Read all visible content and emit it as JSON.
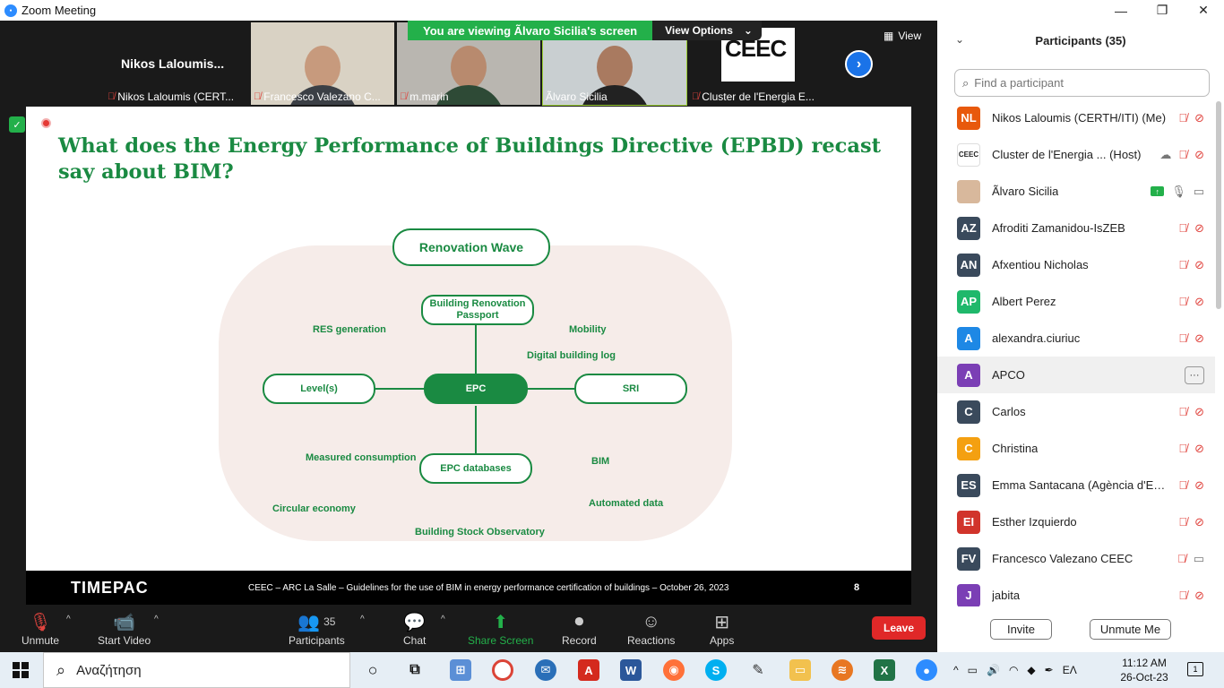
{
  "window": {
    "title": "Zoom Meeting",
    "app_logo": "zoom"
  },
  "banner": {
    "message": "You are viewing Ãlvaro Sicilia's screen",
    "options_label": "View Options"
  },
  "strip": {
    "tiles": [
      {
        "big_name": "Nikos  Laloumis...",
        "label": "Nikos Laloumis (CERT..."
      },
      {
        "label": "Francesco Valezano C..."
      },
      {
        "label": "m.marin"
      },
      {
        "label": "Ãlvaro Sicilia"
      },
      {
        "label": "Cluster de l'Energia E...",
        "logo_text": "CEEC"
      }
    ],
    "view_label": "View"
  },
  "slide": {
    "title": "What does the Energy Performance of Buildings Directive (EPBD) recast say about BIM?",
    "diagram": {
      "top_pill": "Renovation Wave",
      "brp_pill": "Building Renovation Passport",
      "epc_pill": "EPC",
      "levels_pill": "Level(s)",
      "sri_pill": "SRI",
      "db_pill": "EPC databases",
      "labels": {
        "res": "RES generation",
        "mobility": "Mobility",
        "logbook": "Digital building log",
        "measured": "Measured consumption",
        "bim": "BIM",
        "circular": "Circular economy",
        "automated": "Automated data",
        "observatory": "Building Stock Observatory"
      }
    },
    "footer": {
      "logo": "TIMEPAC",
      "text": "CEEC – ARC La Salle – Guidelines for the use of BIM in energy performance certification of buildings – October 26, 2023",
      "page": "8"
    }
  },
  "toolbar": {
    "unmute": "Unmute",
    "start_video": "Start Video",
    "participants": "Participants",
    "participants_count": "35",
    "chat": "Chat",
    "share_screen": "Share Screen",
    "record": "Record",
    "reactions": "Reactions",
    "apps": "Apps",
    "leave": "Leave"
  },
  "panel": {
    "title": "Participants (35)",
    "search_placeholder": "Find a participant",
    "participants": [
      {
        "initials": "NL",
        "name": "Nikos Laloumis (CERTH/ITI) (Me)",
        "color": "#e8590c",
        "mic": "muted",
        "video": "off"
      },
      {
        "initials": "CEEC",
        "name": "Cluster de l'Energia ... (Host)",
        "color": "#ffffff",
        "mic": "muted",
        "video": "off",
        "cloud": true
      },
      {
        "initials": "",
        "name": "Ãlvaro Sicilia",
        "color": "#d8b89c",
        "mic": "on",
        "video": "on",
        "sharing": true
      },
      {
        "initials": "AZ",
        "name": "Afroditi Zamanidou-IsZEB",
        "color": "#3a4a5c",
        "mic": "muted",
        "video": "off"
      },
      {
        "initials": "AN",
        "name": "Afxentiou Nicholas",
        "color": "#3a4a5c",
        "mic": "muted",
        "video": "off"
      },
      {
        "initials": "AP",
        "name": "Albert Perez",
        "color": "#1fb86b",
        "mic": "muted",
        "video": "off"
      },
      {
        "initials": "A",
        "name": "alexandra.ciuriuc",
        "color": "#1e88e5",
        "mic": "muted",
        "video": "off"
      },
      {
        "initials": "A",
        "name": "APCO",
        "color": "#7b3fb5",
        "more": true
      },
      {
        "initials": "C",
        "name": "Carlos",
        "color": "#3a4a5c",
        "mic": "muted",
        "video": "off"
      },
      {
        "initials": "C",
        "name": "Christina",
        "color": "#f4a011",
        "mic": "muted",
        "video": "off"
      },
      {
        "initials": "ES",
        "name": "Emma Santacana (Agència d'En...",
        "color": "#3a4a5c",
        "mic": "muted",
        "video": "off"
      },
      {
        "initials": "EI",
        "name": "Esther Izquierdo",
        "color": "#d1342b",
        "mic": "muted",
        "video": "off"
      },
      {
        "initials": "FV",
        "name": "Francesco Valezano CEEC",
        "color": "#3a4a5c",
        "mic": "muted",
        "video": "on"
      },
      {
        "initials": "J",
        "name": "jabita",
        "color": "#7b3fb5",
        "mic": "muted",
        "video": "off"
      }
    ],
    "more_label": "···",
    "invite": "Invite",
    "unmute_me": "Unmute Me"
  },
  "taskbar": {
    "search_placeholder": "Αναζήτηση",
    "lang": "ΕΛ",
    "time": "11:12 AM",
    "date": "26-Oct-23",
    "notifications": "1"
  }
}
